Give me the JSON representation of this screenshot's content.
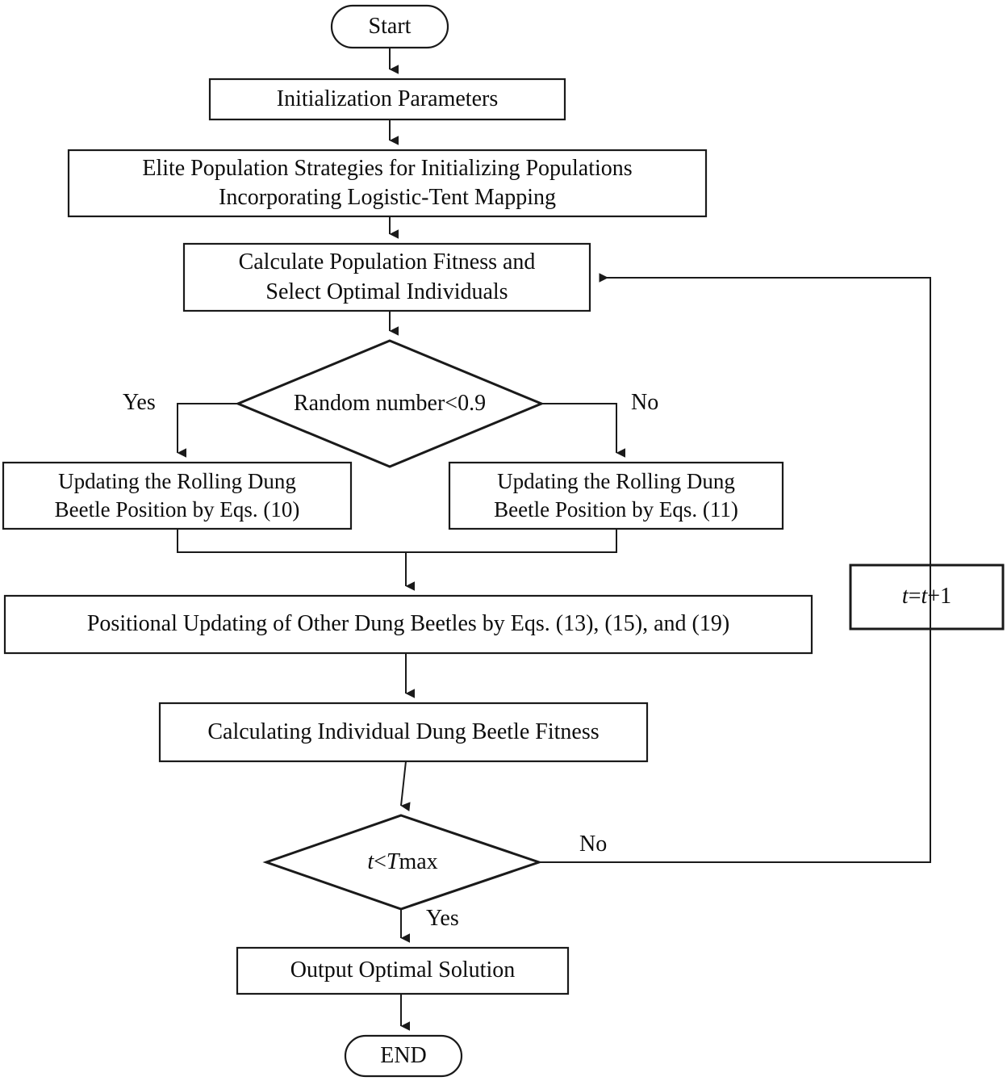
{
  "diagram": {
    "title": "Improved Dung Beetle Optimizer Algorithm Flowchart",
    "stroke_color": "#1a1a1a",
    "fill_color": "#ffffff",
    "text_color": "#0d0d0d",
    "background": "#ffffff"
  },
  "nodes": {
    "start": {
      "label": "Start",
      "shape": "terminator"
    },
    "init_params": {
      "label": "Initialization Parameters",
      "shape": "process"
    },
    "elite_population": {
      "line1": "Elite Population Strategies for Initializing Populations",
      "line2": "Incorporating Logistic-Tent Mapping",
      "shape": "process"
    },
    "calc_fitness": {
      "line1": "Calculate Population Fitness and",
      "line2": "Select Optimal Individuals",
      "shape": "process"
    },
    "random_decision": {
      "label": "Random number<0.9",
      "shape": "decision"
    },
    "update_left": {
      "line1": "Updating the Rolling Dung",
      "line2": "Beetle Position by Eqs. (10)",
      "shape": "process"
    },
    "update_right": {
      "line1": "Updating the Rolling Dung",
      "line2": "Beetle Position by Eqs. (11)",
      "shape": "process"
    },
    "positional_update": {
      "label": "Positional Updating of Other Dung Beetles by Eqs. (13), (15), and (19)",
      "shape": "process"
    },
    "calc_individual": {
      "label": "Calculating Individual Dung Beetle Fitness",
      "shape": "process"
    },
    "tmax_decision": {
      "t": "t",
      "lt": "<",
      "T": "T",
      "max": "max",
      "shape": "decision"
    },
    "increment": {
      "t1": "t",
      "eq": "=",
      "t2": "t",
      "plus": "+1",
      "shape": "process"
    },
    "output": {
      "label": "Output Optimal Solution",
      "shape": "process"
    },
    "end": {
      "label": "END",
      "shape": "terminator"
    }
  },
  "edge_labels": {
    "random_yes": "Yes",
    "random_no": "No",
    "tmax_no": "No",
    "tmax_yes": "Yes"
  }
}
